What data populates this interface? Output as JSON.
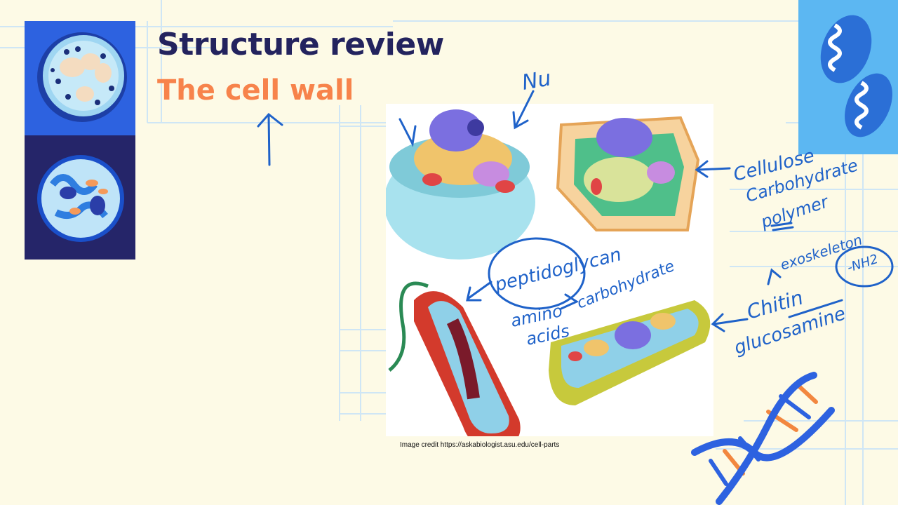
{
  "slide": {
    "title": "Structure review",
    "subtitle": "The cell wall",
    "credit": "Image credit https://askabiologist.asu.edu/cell-parts"
  },
  "annotations": {
    "nu": "Nu",
    "cellulose": "Cellulose",
    "carbohydrate1": "Carbohydrate",
    "polymer": "polymer",
    "peptidoglycan": "peptidoglycan",
    "amino": "amino",
    "acids": "acids",
    "carbohydrate2": "carbohydrate",
    "exoskeleton": "exoskeleton",
    "nh2": "-NH2",
    "chitin": "Chitin",
    "glucosamine": "glucosamine"
  },
  "colors": {
    "title": "#23235e",
    "subtitle": "#f7834b",
    "ink": "#1f62c9",
    "panel_top": "#2d62e0",
    "panel_bottom": "#252569",
    "corner": "#5cb7f2"
  },
  "icons": {
    "panel_top": "cell-icon",
    "panel_bottom": "microbe-cell-icon",
    "corner": "mitochondria-icon",
    "bottom_right": "dna-icon"
  }
}
